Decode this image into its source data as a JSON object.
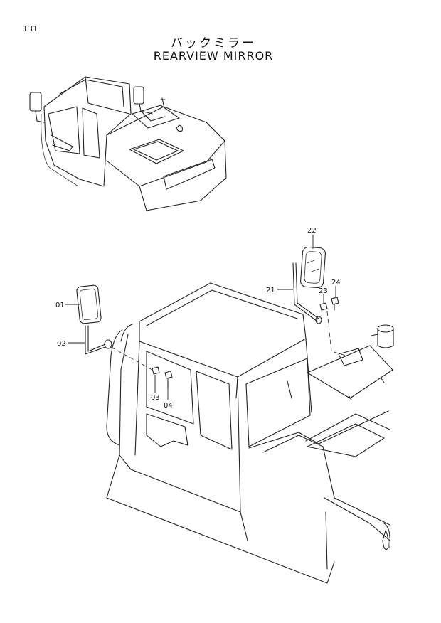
{
  "page": {
    "number": "131",
    "title_jp": "バックミラー",
    "title_en": "REARVIEW MIRROR"
  },
  "callouts": {
    "c01": "01",
    "c02": "02",
    "c03": "03",
    "c04": "04",
    "c21": "21",
    "c22": "22",
    "c23": "23",
    "c24": "24"
  }
}
